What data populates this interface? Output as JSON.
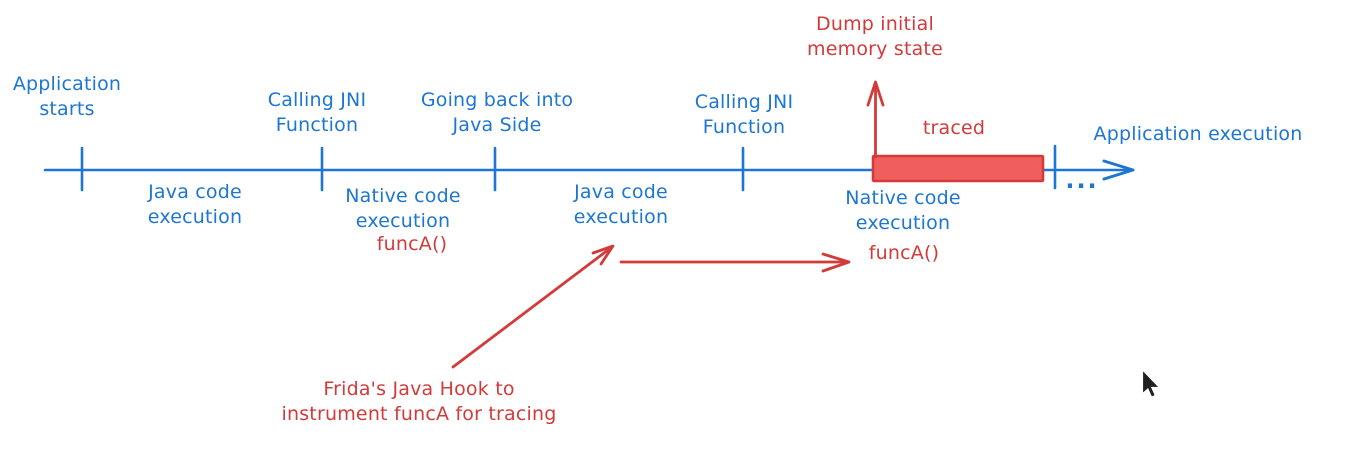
{
  "colors": {
    "blue": "#1d76d2",
    "red": "#d33a3a",
    "red_fill": "#f15e5e",
    "cursor": "#1f1f1f",
    "background": "#ffffff"
  },
  "timeline": {
    "axis_label": "Application execution",
    "ellipsis": "...",
    "events": [
      {
        "label": "Application\nstarts"
      },
      {
        "label": "Calling JNI\nFunction"
      },
      {
        "label": "Going back into\nJava Side"
      },
      {
        "label": "Calling JNI\nFunction"
      }
    ],
    "segments": [
      {
        "label": "Java code\nexecution"
      },
      {
        "label": "Native code\nexecution",
        "sub": "funcA()"
      },
      {
        "label": "Java code\nexecution"
      },
      {
        "label": "Native code\nexecution",
        "sub": "funcA()"
      }
    ],
    "traced_label": "traced"
  },
  "annotations": {
    "dump_memory": "Dump initial\nmemory state",
    "frida_hook": "Frida's Java Hook to\ninstrument funcA for tracing"
  }
}
